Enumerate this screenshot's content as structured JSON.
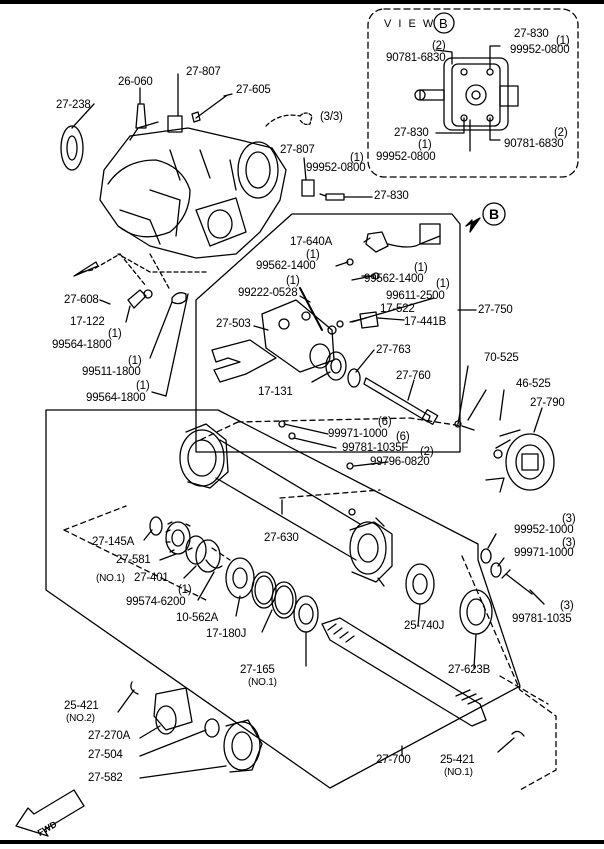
{
  "view_box": {
    "title": "V I E W",
    "letter": "B"
  },
  "callout_b": "B",
  "fwd": "FWD",
  "ref_333": "(3/3)",
  "labels": {
    "p27_830_v": "27-830",
    "q1_a": "(1)",
    "p99952_0800_v": "99952-0800",
    "q2_a": "(2)",
    "p90781_6830_a": "90781-6830",
    "p27_830_v2": "27-830",
    "q1_b": "(1)",
    "p99952_0800_v2": "99952-0800",
    "q2_b": "(2)",
    "p90781_6830_b": "90781-6830",
    "p26_060": "26-060",
    "p27_807_a": "27-807",
    "p27_605": "27-605",
    "p27_238": "27-238",
    "p27_807_b": "27-807",
    "q1_c": "(1)",
    "p99952_0800": "99952-0800",
    "p27_830": "27-830",
    "p17_640a": "17-640A",
    "q1_d": "(1)",
    "p99562_1400_a": "99562-1400",
    "q1_e": "(1)",
    "p99562_1400_b": "99562-1400",
    "q1_f": "(1)",
    "p99222_0528": "99222-0528",
    "q1_g": "(1)",
    "p99611_2500": "99611-2500",
    "p17_522": "17-522",
    "p27_750": "27-750",
    "p27_503": "27-503",
    "p17_441b": "17-441B",
    "p27_608": "27-608",
    "p17_122": "17-122",
    "q1_h": "(1)",
    "p99564_1800_a": "99564-1800",
    "q1_i": "(1)",
    "p99511_1800": "99511-1800",
    "q1_j": "(1)",
    "p99564_1800_b": "99564-1800",
    "p27_763": "27-763",
    "p17_131": "17-131",
    "p27_760": "27-760",
    "p70_525": "70-525",
    "p46_525": "46-525",
    "p27_790": "27-790",
    "q6_a": "(6)",
    "p99971_1000": "99971-1000",
    "q6_b": "(6)",
    "p99781_1035f": "99781-1035F",
    "q2_c": "(2)",
    "p99796_0820": "99796-0820",
    "p27_145a": "27-145A",
    "p27_581": "27-581",
    "no1_a": "(NO.1)",
    "p27_401": "27-401",
    "q1_k": "(1)",
    "p99574_6200": "99574-6200",
    "p27_630": "27-630",
    "q3_a": "(3)",
    "p99952_1000": "99952-1000",
    "q3_b": "(3)",
    "p99971_1000b": "99971-1000",
    "q3_c": "(3)",
    "p99781_1035": "99781-1035",
    "p10_562a": "10-562A",
    "p17_180j": "17-180J",
    "p25_740j": "25-740J",
    "p27_165": "27-165",
    "no1_b": "(NO.1)",
    "p27_623b": "27-623B",
    "p25_421_a": "25-421",
    "no2": "(NO.2)",
    "p27_270a": "27-270A",
    "p27_504": "27-504",
    "p27_700": "27-700",
    "p25_421_b": "25-421",
    "no1_c": "(NO.1)",
    "p27_582": "27-582"
  }
}
